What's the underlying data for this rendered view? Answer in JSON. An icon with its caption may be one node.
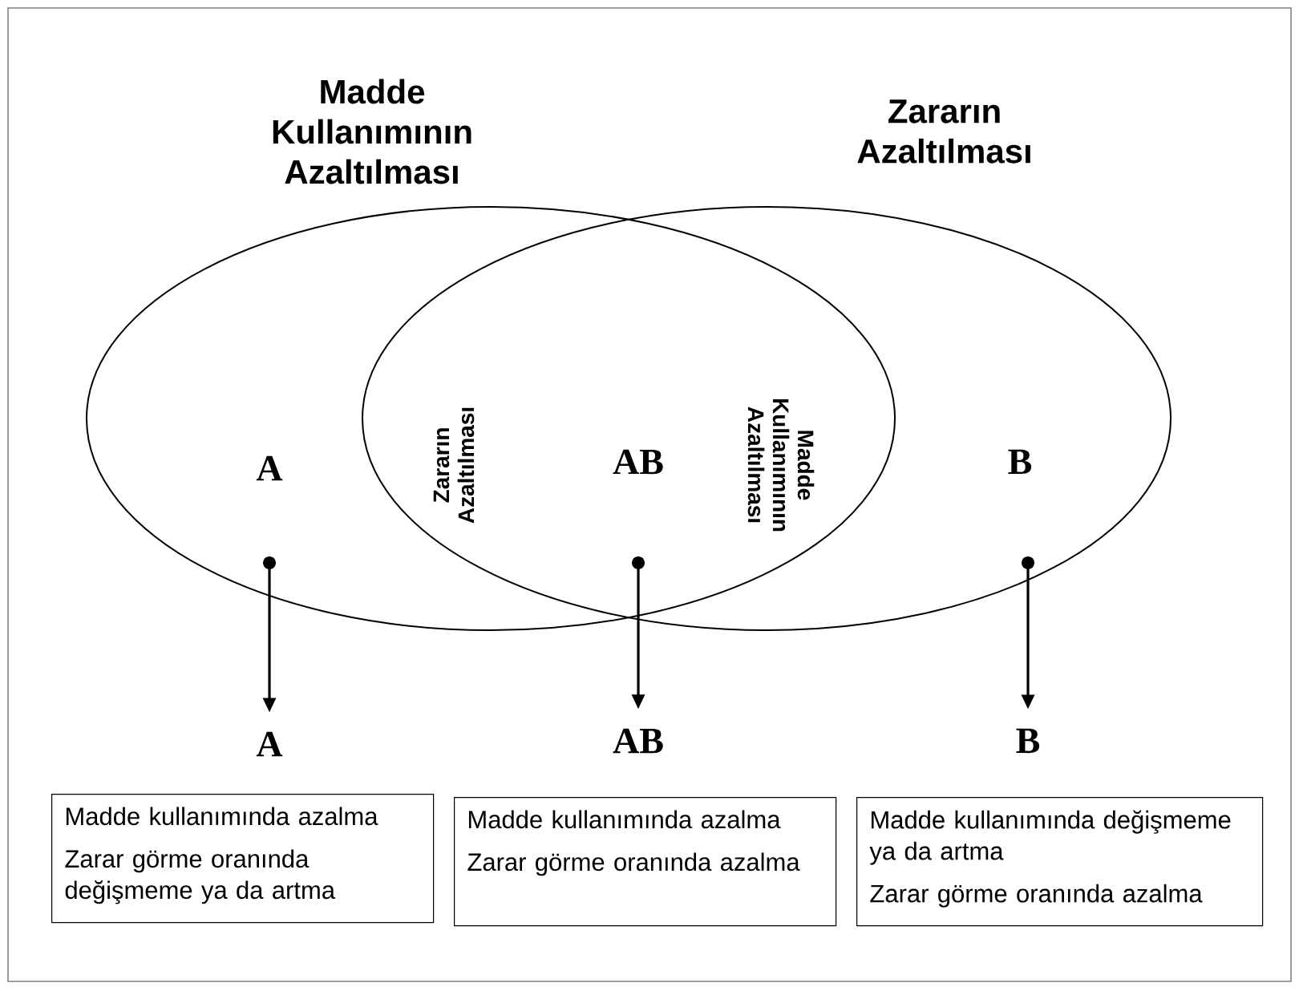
{
  "diagram": {
    "nodes": [
      {
        "text": [
          "Madde Kullanımının Azaltılması"
        ]
      },
      {
        "text": [
          "Zararın Azaltılması"
        ]
      },
      {
        "text": [],
        "shape": "circle",
        "in": 0
      },
      {
        "text": [],
        "shape": "circle"
      },
      {
        "text": [],
        "shape": "circle",
        "in": 1
      },
      {
        "text": [
          "A"
        ]
      },
      {
        "text": [
          "AB"
        ]
      },
      {
        "text": [
          "B"
        ]
      },
      {
        "text": [
          "Madde kullanımında azalma",
          "Zarar görme oranında değişmeme ya da artma"
        ]
      },
      {
        "text": [
          "Madde kullanımında azalma",
          "Zarar görme oranında azalma"
        ]
      },
      {
        "text": [
          "Madde kullanımında değişmeme ya da artma",
          "Zarar görme oranında azalma"
        ]
      }
    ],
    "edges": [
      {
        "from": 2,
        "to": 5,
        "arrow": "to"
      },
      {
        "from": 3,
        "to": 6,
        "arrow": "to"
      },
      {
        "from": 4,
        "to": 7,
        "arrow": "to"
      }
    ],
    "labels": [
      "A",
      "Zararın Azaltılması",
      "AB",
      "Madde Kullanımının Azaltılması",
      "B"
    ]
  }
}
